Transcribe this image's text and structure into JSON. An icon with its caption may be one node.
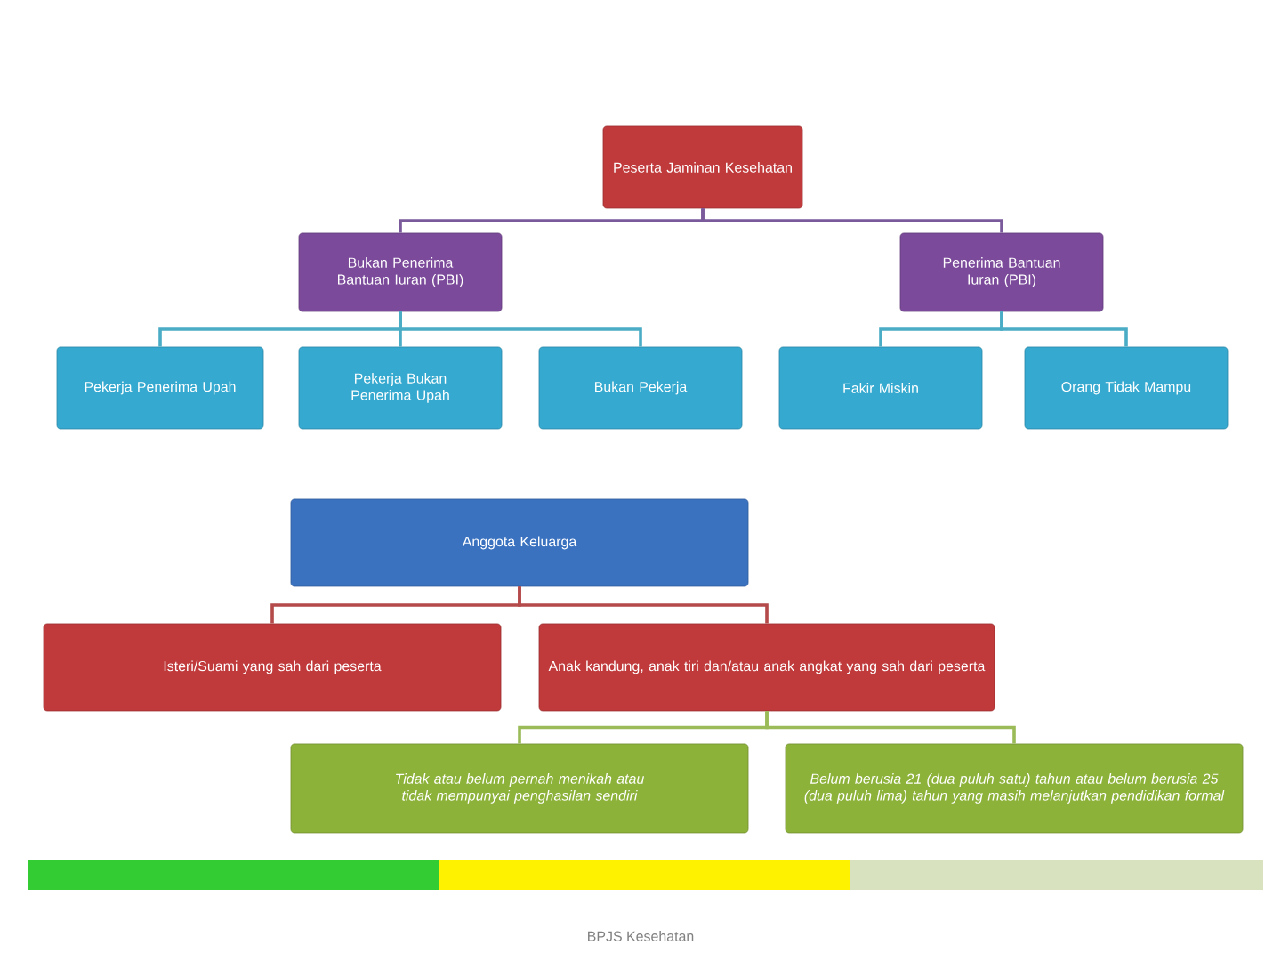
{
  "diagram": {
    "nodes": [
      {
        "text": [
          "Peserta Jaminan Kesehatan"
        ]
      },
      {
        "text": [
          "Bukan Penerima Bantuan Iuran (PBI)"
        ]
      },
      {
        "text": [
          "Penerima Bantuan Iuran (PBI)"
        ]
      },
      {
        "text": [
          "Pekerja Penerima Upah"
        ]
      },
      {
        "text": [
          "Pekerja Bukan Penerima Upah"
        ]
      },
      {
        "text": [
          "Bukan Pekerja"
        ]
      },
      {
        "text": [
          "Fakir Miskin"
        ]
      },
      {
        "text": [
          "Orang Tidak Mampu"
        ]
      },
      {
        "text": [
          "Anggota Keluarga"
        ]
      },
      {
        "text": [
          "Isteri/Suami yang sah dari peserta"
        ]
      },
      {
        "text": [
          "Anak kandung, anak tiri dan/atau anak angkat yang sah dari peserta"
        ]
      },
      {
        "text": [
          "Tidak atau belum pernah menikah atau tidak mempunyai penghasilan sendiri"
        ]
      },
      {
        "text": [
          "Belum berusia 21 (dua puluh satu) tahun atau belum berusia 25 (dua puluh lima) tahun yang masih melanjutkan pendidikan formal"
        ]
      }
    ],
    "edges": [
      {
        "from": 0,
        "to": 1,
        "arrow": "none",
        "color": "#7b5a9c"
      },
      {
        "from": 0,
        "to": 2,
        "arrow": "none",
        "color": "#7b5a9c"
      },
      {
        "from": 1,
        "to": 3,
        "arrow": "none"
      },
      {
        "from": 1,
        "to": 4,
        "arrow": "none"
      },
      {
        "from": 1,
        "to": 5,
        "arrow": "none"
      },
      {
        "from": 2,
        "to": 6,
        "arrow": "none"
      },
      {
        "from": 2,
        "to": 7,
        "arrow": "none"
      },
      {
        "from": 8,
        "to": 9,
        "arrow": "none",
        "color": "#b44a4a"
      },
      {
        "from": 8,
        "to": 10,
        "arrow": "none",
        "color": "#b44a4a"
      },
      {
        "from": 10,
        "to": 11,
        "arrow": "none",
        "color": "#9bbb59"
      },
      {
        "from": 10,
        "to": 12,
        "arrow": "none",
        "color": "#9bbb59"
      }
    ],
    "labels": [
      "BPJS Kesehatan"
    ]
  }
}
